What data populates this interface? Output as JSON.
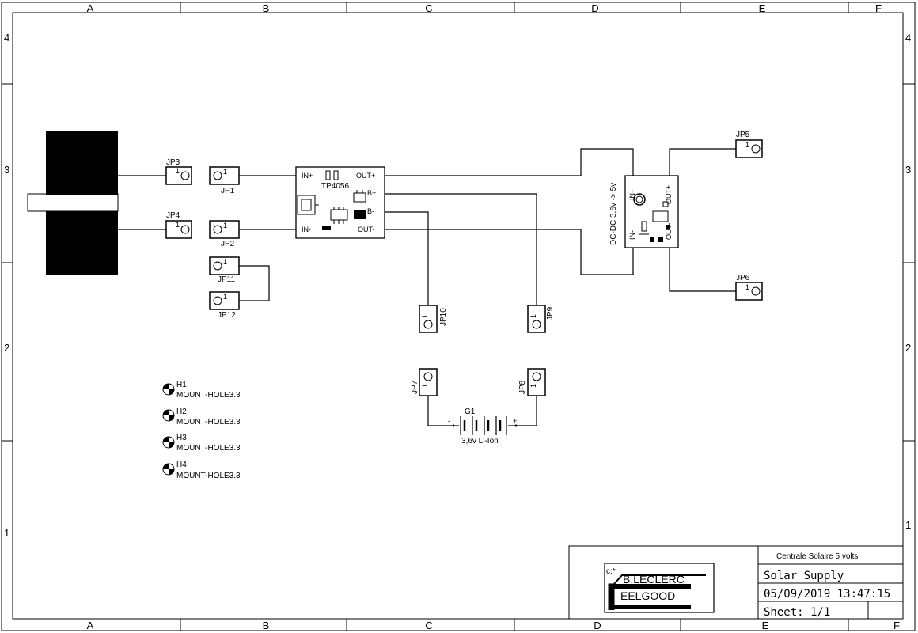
{
  "frame": {
    "columns": [
      "A",
      "B",
      "C",
      "D",
      "E",
      "F"
    ],
    "rows": [
      "4",
      "3",
      "2",
      "1"
    ]
  },
  "connectors": {
    "jp1": {
      "ref": "JP1",
      "pin": "1"
    },
    "jp2": {
      "ref": "JP2",
      "pin": "1"
    },
    "jp3": {
      "ref": "JP3",
      "pin": "1"
    },
    "jp4": {
      "ref": "JP4",
      "pin": "1"
    },
    "jp5": {
      "ref": "JP5",
      "pin": "1"
    },
    "jp6": {
      "ref": "JP6",
      "pin": "1"
    },
    "jp7": {
      "ref": "JP7",
      "pin": "1"
    },
    "jp8": {
      "ref": "JP8",
      "pin": "1"
    },
    "jp9": {
      "ref": "JP9",
      "pin": "1"
    },
    "jp10": {
      "ref": "JP10",
      "pin": "1"
    },
    "jp11": {
      "ref": "JP11",
      "pin": "1"
    },
    "jp12": {
      "ref": "JP12",
      "pin": "1"
    }
  },
  "charger": {
    "name": "TP4056",
    "in_plus": "IN+",
    "in_minus": "IN-",
    "out_plus": "OUT+",
    "out_minus": "OUT-",
    "b_plus": "B+",
    "b_minus": "B-"
  },
  "converter": {
    "label": "DC-DC 3,6v -> 5v",
    "in_plus": "IN+",
    "in_minus": "IN-",
    "out_plus": "OUT+",
    "out_minus": "OUT-"
  },
  "battery": {
    "ref": "G1",
    "value": "3,6v Li-Ion",
    "minus": "-",
    "plus": "+"
  },
  "mounting_holes": [
    {
      "ref": "H1",
      "value": "MOUNT-HOLE3.3"
    },
    {
      "ref": "H2",
      "value": "MOUNT-HOLE3.3"
    },
    {
      "ref": "H3",
      "value": "MOUNT-HOLE3.3"
    },
    {
      "ref": "H4",
      "value": "MOUNT-HOLE3.3"
    }
  ],
  "title_block": {
    "logo_name": "B.LECLERC",
    "logo_company": "EELGOOD",
    "logo_prefix": "c:*",
    "project_description": "Centrale Solaire 5 volts",
    "project_name": "Solar_Supply",
    "timestamp": "05/09/2019 13:47:15",
    "sheet": "Sheet: 1/1"
  },
  "colors": {
    "line": "#000000",
    "pad_fill": "#000000",
    "background": "#ffffff"
  }
}
